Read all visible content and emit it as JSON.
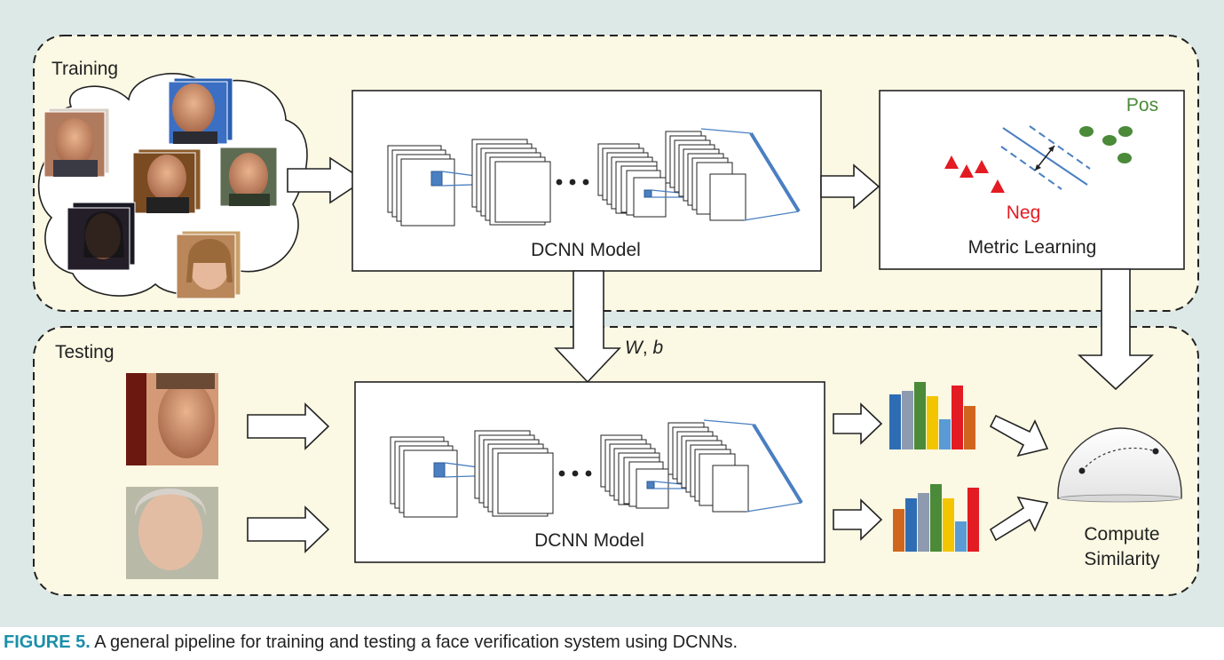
{
  "colors": {
    "panel_bg": "#dde9e6",
    "section_bg": "#fbf8e3",
    "neg": "#e31b23",
    "pos": "#4a8a38",
    "conv_line": "#4a7fc1",
    "caption_label": "#1a8fa8"
  },
  "training": {
    "section_label": "Training",
    "model_label": "DCNN Model",
    "metric": {
      "title": "Metric Learning",
      "pos_label": "Pos",
      "neg_label": "Neg"
    }
  },
  "testing": {
    "section_label": "Testing",
    "model_label": "DCNN Model",
    "params_w": "W",
    "params_sep": ", ",
    "params_b": "b",
    "similarity_line1": "Compute",
    "similarity_line2": "Similarity",
    "feature_colors": [
      "#2e6db4",
      "#8e9ab0",
      "#4a8a38",
      "#f2c500",
      "#5a9bd5",
      "#e31b23",
      "#d0661e"
    ]
  },
  "caption": {
    "label": "FIGURE 5.",
    "text": " A general pipeline for training and testing a face verification system using DCNNs."
  },
  "icons": {
    "faces": "face-photo-icon",
    "sphere": "hypersphere-icon",
    "histogram": "feature-histogram-icon"
  }
}
